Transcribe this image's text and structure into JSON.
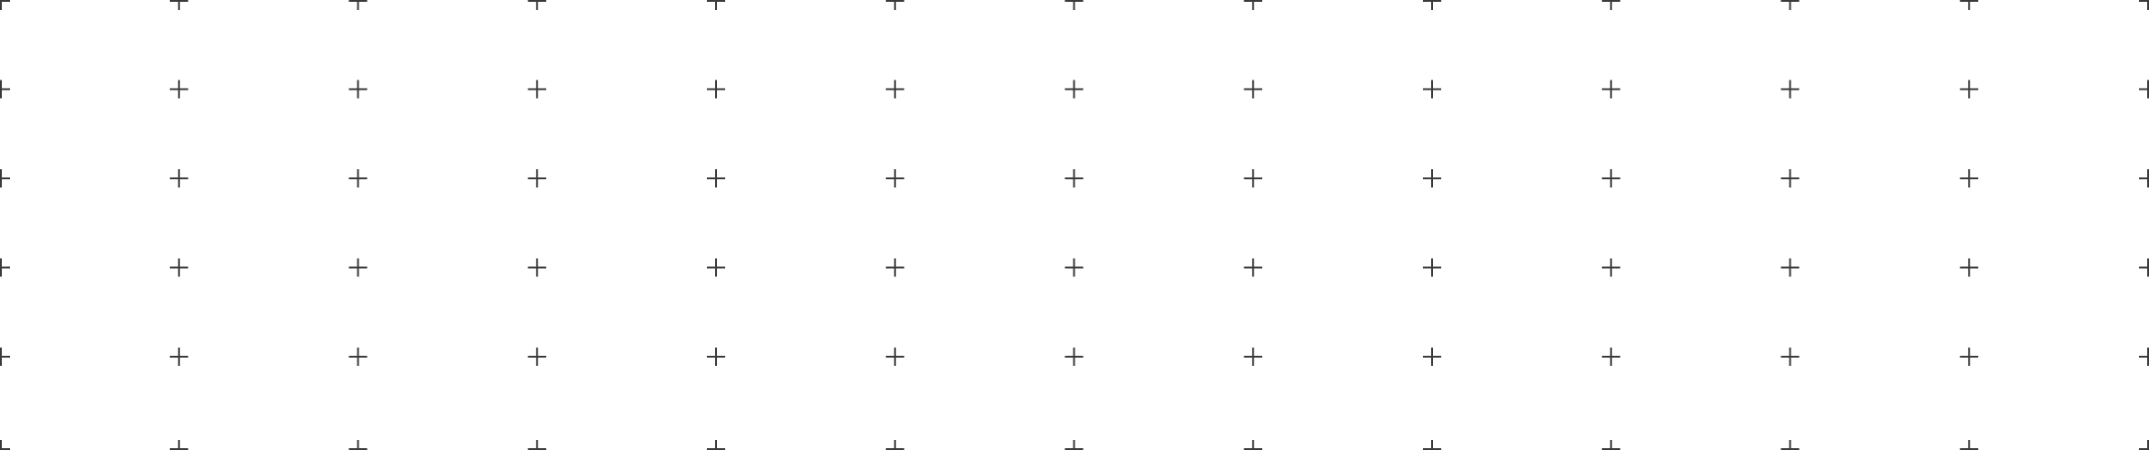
{
  "pattern": {
    "type": "crosshair-grid",
    "columns": 13,
    "rows": 6,
    "mark_color": "#3a3a3a",
    "background_color": "#ffffff",
    "icon": "plus-crosshair-icon"
  }
}
